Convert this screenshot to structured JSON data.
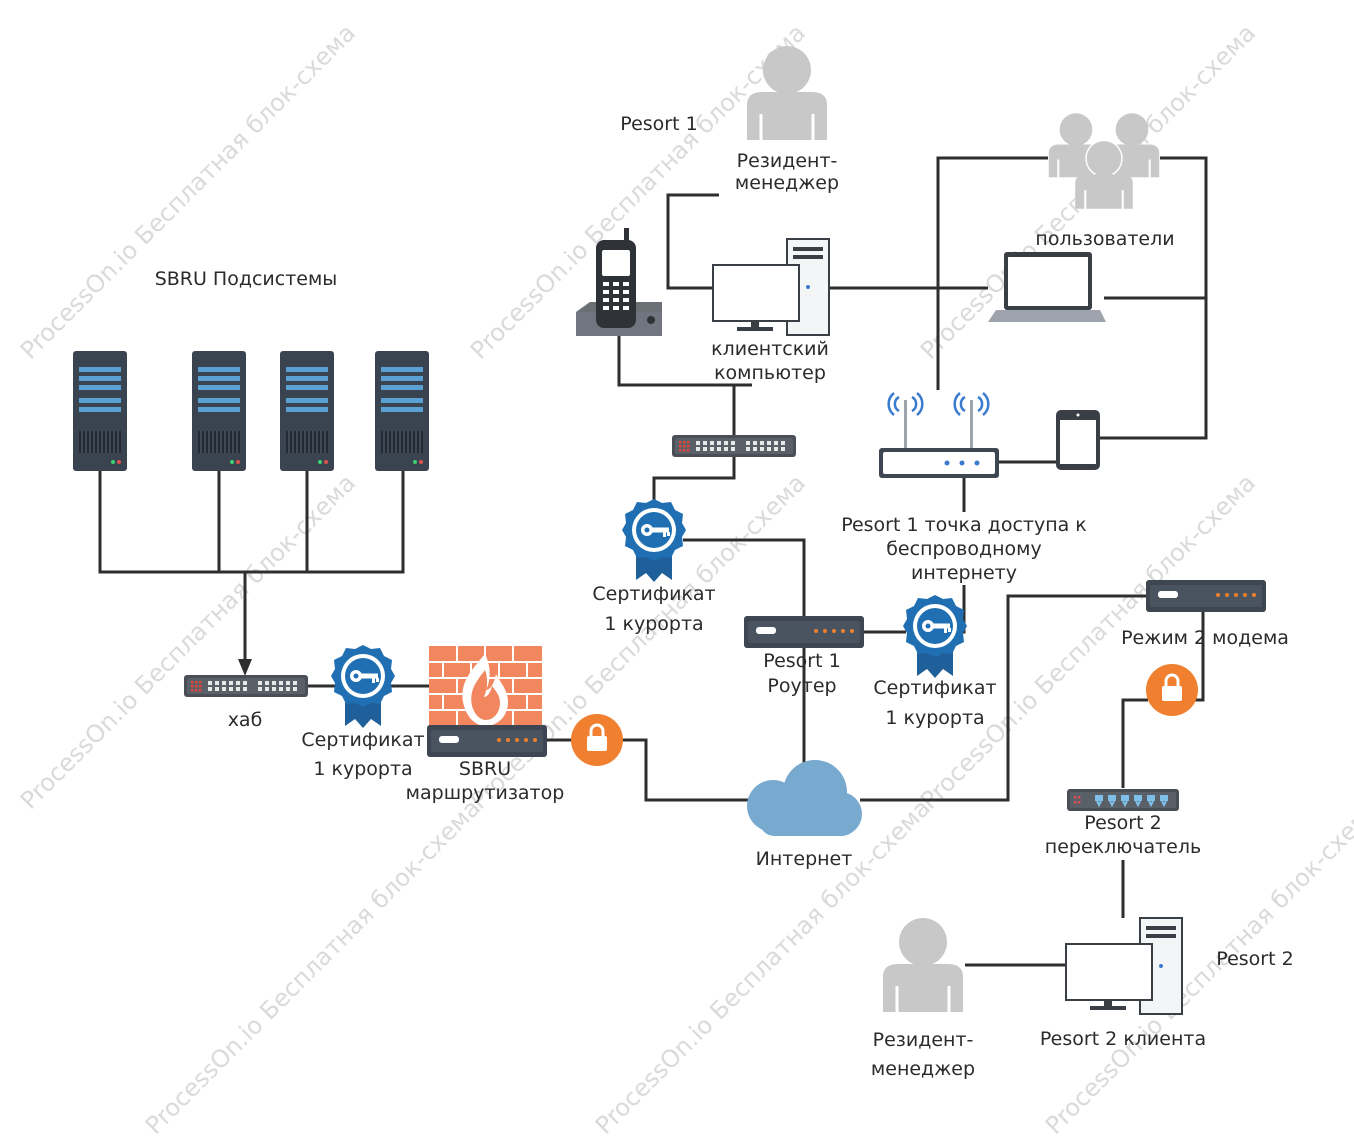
{
  "watermark": "ProcessOn.io Бесплатная блок-схема",
  "labels": {
    "resort1": "Pesort 1",
    "resort2": "Pesort 2",
    "resident_top": "Резидент-\nменеджер",
    "resident_bottom": "Резидент-\nменеджер",
    "users": "пользователи",
    "client_pc": "клиентский\nкомпьютер",
    "access_point": "Pesort 1 точка доступа к\nбеспроводному\nинтернету",
    "sbru_subsystems": "SBRU Подсистемы",
    "hub": "хаб",
    "cert_left": "Сертификат\n1 курорта",
    "cert_top": "Сертификат\n1 курорта",
    "cert_right": "Сертификат\n1 курорта",
    "sbru_router": "SBRU\nмаршрутизатор",
    "resort1_router": "Pesort 1\nРоутер",
    "internet": "Интернет",
    "modem2": "Режим 2 модема",
    "switch2": "Pesort 2\nпереключатель",
    "client2": "Pesort 2 клиента"
  },
  "icons": {
    "person": "person-icon",
    "users": "users-group-icon",
    "server": "server-icon",
    "hub": "hub-icon",
    "certificate": "certificate-icon",
    "firewall": "firewall-icon",
    "router": "router-icon",
    "lock": "lock-icon",
    "cloud": "cloud-icon",
    "desktop": "desktop-computer-icon",
    "laptop": "laptop-icon",
    "tablet": "tablet-icon",
    "phone": "cordless-phone-icon",
    "wifi": "wifi-access-point-icon",
    "switch": "switch-icon"
  },
  "colors": {
    "line": "#2e2e2e",
    "person": "#c8c8c8",
    "device_dark": "#3d4651",
    "cert_blue": "#1f6fb2",
    "brick": "#f2875f",
    "lock": "#f07f2f",
    "cloud": "#78a9cf",
    "router_led": "#f07f2f"
  }
}
